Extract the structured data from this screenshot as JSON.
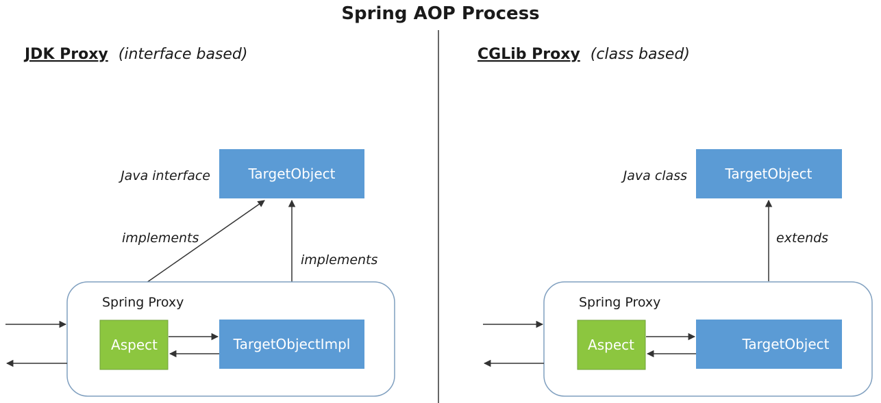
{
  "title": "Spring AOP Process",
  "left": {
    "heading_bold": "JDK Proxy",
    "heading_sub": "(interface based)",
    "side_label": "Java interface",
    "top_box": "TargetObject",
    "edge_label_1": "implements",
    "edge_label_2": "implements",
    "container_label": "Spring Proxy",
    "aspect_box": "Aspect",
    "impl_box": "TargetObjectImpl"
  },
  "right": {
    "heading_bold": "CGLib Proxy",
    "heading_sub": "(class based)",
    "side_label": "Java class",
    "top_box": "TargetObject",
    "edge_label": "extends",
    "container_label": "Spring Proxy",
    "aspect_box": "Aspect",
    "impl_box": "TargetObject"
  },
  "colors": {
    "blue_box": "#5b9bd5",
    "green_box": "#8cc63f",
    "container_border": "#7f9fbf"
  }
}
